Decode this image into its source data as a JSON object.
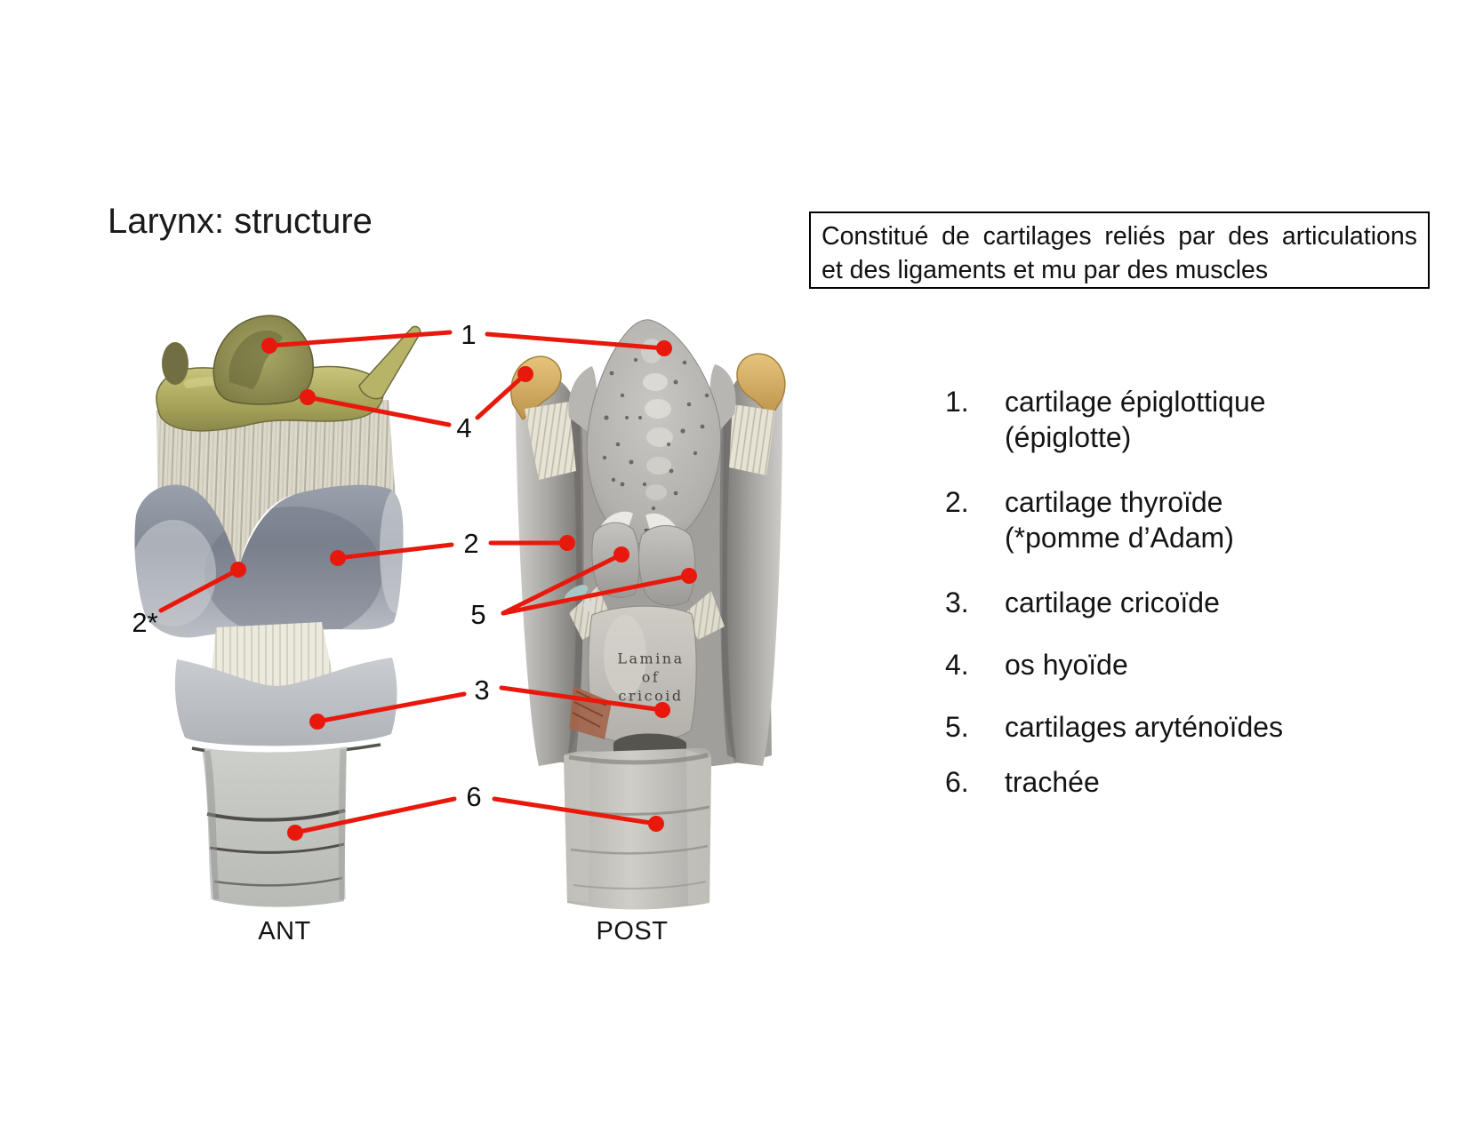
{
  "slide": {
    "title": "Larynx: structure",
    "info_box": {
      "line1": "Constitué de cartilages reliés par des articulations",
      "line2": "et des ligaments et mu par des muscles"
    },
    "figures": {
      "anterior_caption": "ANT",
      "posterior_caption": "POST",
      "inline_label": "Lamina\nof\ncricoid"
    },
    "annotations": [
      {
        "text": "1"
      },
      {
        "text": "4"
      },
      {
        "text": "2"
      },
      {
        "text": "2*"
      },
      {
        "text": "5"
      },
      {
        "text": "3"
      },
      {
        "text": "6"
      }
    ],
    "legend": {
      "items": [
        {
          "num": "1.",
          "text": "cartilage épiglottique\n(épiglotte)"
        },
        {
          "num": "2.",
          "text": "cartilage thyroïde\n(*pomme d’Adam)"
        },
        {
          "num": "3.",
          "text": "cartilage cricoïde"
        },
        {
          "num": "4.",
          "text": "os hyoïde"
        },
        {
          "num": "5.",
          "text": "cartilages aryténoïdes"
        },
        {
          "num": "6.",
          "text": "trachée"
        }
      ]
    },
    "colors": {
      "leader_red": "#e8190c",
      "text_black": "#111111",
      "epiglottis_olive": "#8f8e52",
      "hyoid_khaki": "#b1ae63",
      "hyoid_tip_tan": "#d9b26b",
      "cartilage_gray": "#a3a19d"
    }
  }
}
